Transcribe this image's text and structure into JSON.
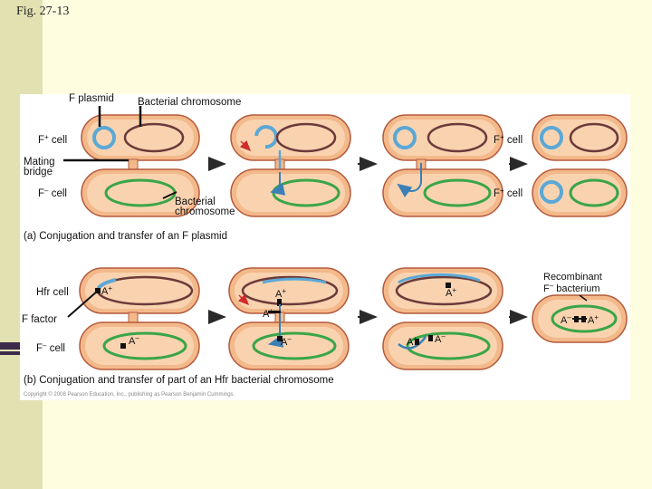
{
  "figure_title": "Fig. 27-13",
  "panel_a": {
    "f_plasmid": "F plasmid",
    "bacterial_chromosome_top": "Bacterial chromosome",
    "f_plus_cell_left": "F",
    "f_plus_sup": "+",
    "cell_word": "cell",
    "mating_bridge_1": "Mating",
    "mating_bridge_2": "bridge",
    "f_minus_cell": "F",
    "f_minus_sup": "–",
    "bacterial_chromosome_1": "Bacterial",
    "bacterial_chromosome_2": "chromosome",
    "f_plus_cell_right_top": "F",
    "f_plus_cell_right_bottom": "F",
    "caption": "(a) Conjugation and transfer of an F plasmid"
  },
  "panel_b": {
    "hfr_cell": "Hfr cell",
    "f_factor": "F factor",
    "f_minus_cell": "F",
    "f_minus_sup": "–",
    "cell_word": "cell",
    "recombinant_1": "Recombinant",
    "recombinant_2": "F",
    "recombinant_sup": "–",
    "recombinant_3": "bacterium",
    "gene_a": "A",
    "plus": "+",
    "minus": "–",
    "caption": "(b) Conjugation and transfer of part of an Hfr bacterial chromosome"
  },
  "copyright": "Copyright © 2008 Pearson Education, Inc., publishing as Pearson Benjamin Cummings.",
  "colors": {
    "cell_fill": "#f3b98b",
    "cell_outline": "#b55a3c",
    "inner_fill": "#f9d3b0",
    "chromosome": "#6b3a3a",
    "plasmid": "#5aa8d6",
    "recipient_chromosome": "#3aa548",
    "arrow": "#2a2a2a",
    "pointer_red": "#d02a2a"
  }
}
